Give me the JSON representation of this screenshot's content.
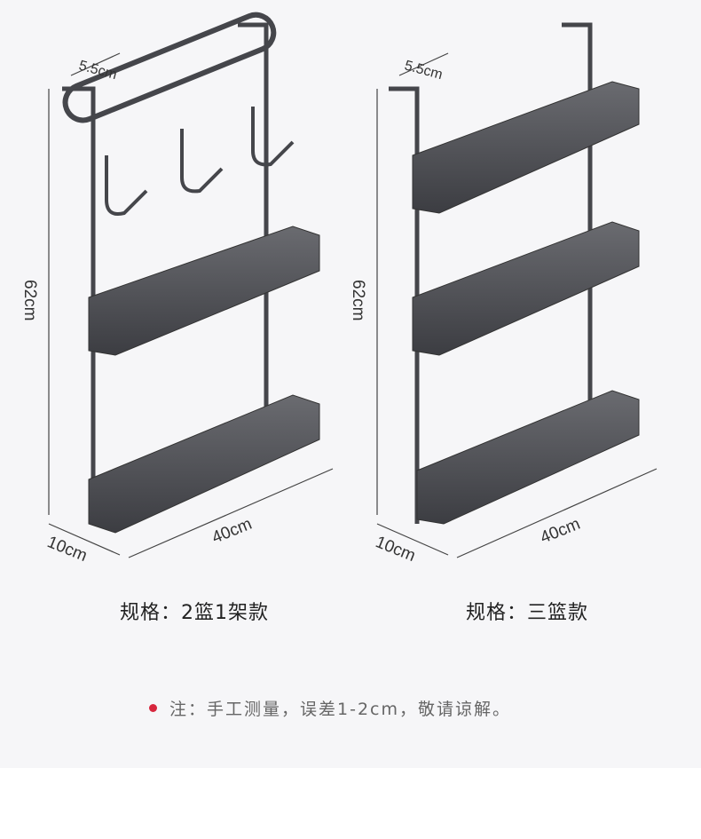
{
  "left_product": {
    "width_label": "40cm",
    "height_label": "62cm",
    "depth_label": "10cm",
    "hook_label": "5.5cm",
    "spec": "规格：2篮1架款"
  },
  "right_product": {
    "width_label": "40cm",
    "height_label": "62cm",
    "depth_label": "10cm",
    "hook_label": "5.5cm",
    "spec": "规格：三篮款"
  },
  "note": "注：手工测量，误差1-2cm，敬请谅解。",
  "colors": {
    "background": "#f6f6f8",
    "rack": "#4a4b50",
    "accent_dot": "#d7263d"
  }
}
